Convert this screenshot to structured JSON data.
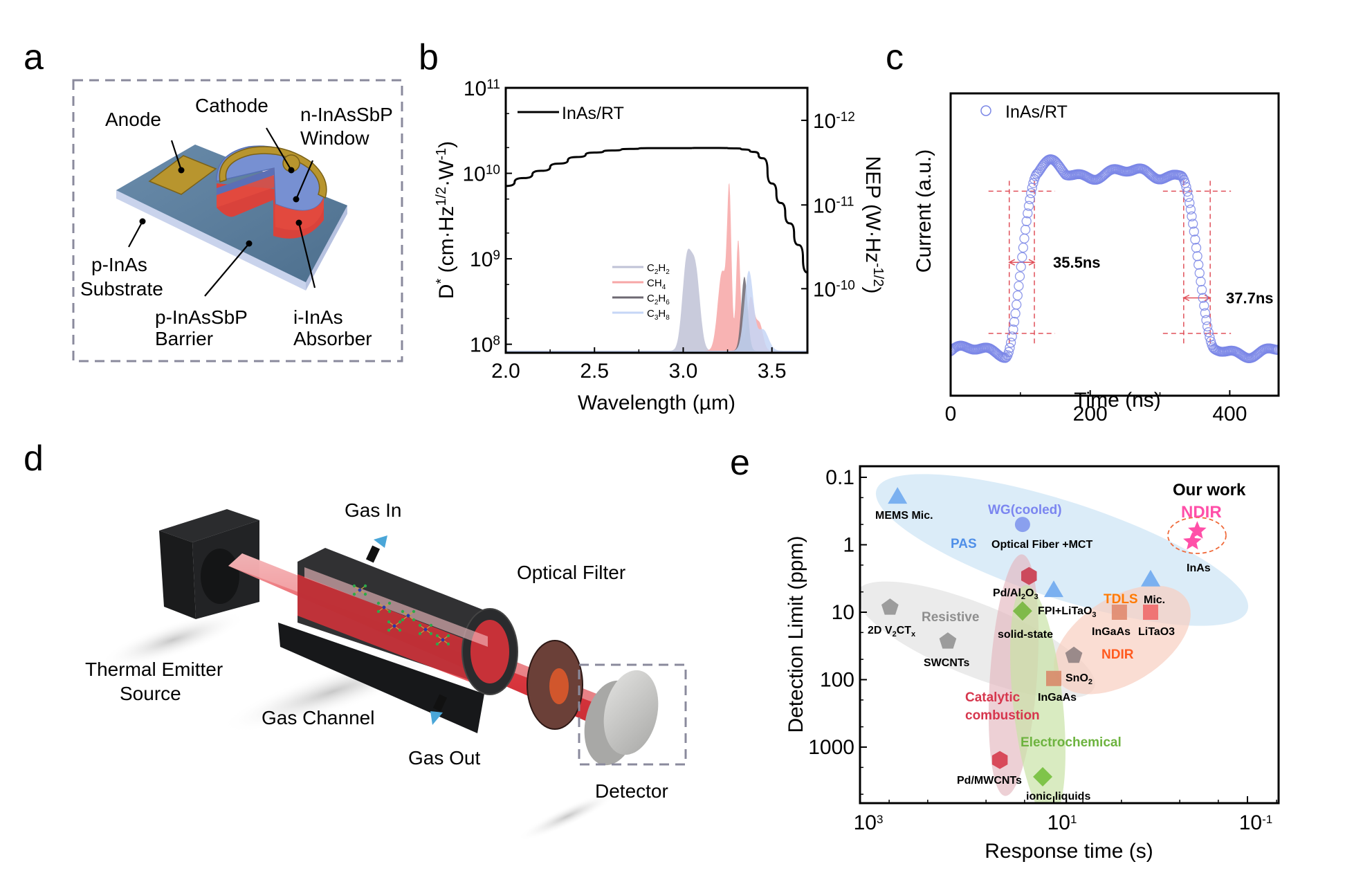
{
  "panels": {
    "a": {
      "label": "a",
      "labels": {
        "anode": "Anode",
        "cathode": "Cathode",
        "window_line1": "n-InAsSbP",
        "window_line2": "Window",
        "substrate_line1": "p-InAs",
        "substrate_line2": "Substrate",
        "barrier_line1": "p-InAsSbP",
        "barrier_line2": "Barrier",
        "absorber_line1": "i-InAs",
        "absorber_line2": "Absorber"
      },
      "colors": {
        "substrate_top": "#5b7f9c",
        "substrate_side": "#c9d3ec",
        "window": "#6f85c8",
        "absorber": "#d9423b",
        "contact": "#b8952e",
        "frame": "#8a8a9c"
      }
    },
    "b": {
      "label": "b"
    },
    "c": {
      "label": "c"
    },
    "d": {
      "label": "d",
      "labels": {
        "gas_in": "Gas In",
        "optical_filter": "Optical Filter",
        "thermal_line1": "Thermal Emitter",
        "thermal_line2": "Source",
        "gas_channel": "Gas Channel",
        "gas_out": "Gas Out",
        "detector": "Detector"
      },
      "colors": {
        "housing": "#1e1f21",
        "beam": "#e3333b",
        "beam_light": "#f3a3a6",
        "filter": "#6b4038",
        "detector": "#c8c8c6",
        "nozzle": "#4aa6d8",
        "frame": "#8a8a9c"
      }
    },
    "e": {
      "label": "e"
    }
  },
  "chart_data": [
    {
      "id": "b",
      "type": "line",
      "title": "",
      "xlabel": "Wavelength (µm)",
      "ylabel_main": "D",
      "ylabel_sup": "*",
      "ylabel_rest": " (cm·Hz",
      "ylabel_sup2": "1/2",
      "ylabel_rest2": "·W",
      "ylabel_sup3": "-1",
      "ylabel_end": ")",
      "y2label_main": "NEP (W·Hz",
      "y2label_sup": "-1/2",
      "y2label_end": ")",
      "xlim": [
        2.0,
        3.7
      ],
      "ylim_log10": [
        7.9,
        11
      ],
      "y2_ticks": [
        {
          "exp": "-12",
          "log10_D_equiv": 10.62
        },
        {
          "exp": "-11",
          "log10_D_equiv": 9.63
        },
        {
          "exp": "-10",
          "log10_D_equiv": 8.65
        }
      ],
      "x_ticks": [
        "2.0",
        "2.5",
        "3.0",
        "3.5"
      ],
      "x_tick_values": [
        2.0,
        2.5,
        3.0,
        3.5
      ],
      "y_ticks": [
        {
          "base": "10",
          "exp": "11",
          "log10": 11
        },
        {
          "base": "10",
          "exp": "10",
          "log10": 10
        },
        {
          "base": "10",
          "exp": "9",
          "log10": 9
        },
        {
          "base": "10",
          "exp": "8",
          "log10": 8
        }
      ],
      "series": [
        {
          "name": "InAs/RT",
          "color": "#000000",
          "x": [
            2.0,
            2.1,
            2.2,
            2.3,
            2.4,
            2.5,
            2.6,
            2.7,
            2.8,
            2.9,
            3.0,
            3.1,
            3.2,
            3.3,
            3.35,
            3.4,
            3.45,
            3.5,
            3.55,
            3.6,
            3.65,
            3.7
          ],
          "y": [
            7100000000.0,
            8800000000.0,
            10700000000.0,
            13000000000.0,
            15500000000.0,
            17500000000.0,
            18500000000.0,
            19300000000.0,
            19700000000.0,
            19700000000.0,
            19700000000.0,
            19800000000.0,
            19800000000.0,
            19600000000.0,
            19000000000.0,
            17800000000.0,
            15000000000.0,
            7600000000.0,
            4500000000.0,
            2600000000.0,
            1450000000.0,
            690000000.0
          ]
        }
      ],
      "gas_spectra": {
        "units": "arbitrary absorbance (0-1, scaled to plot)",
        "series": [
          {
            "name": "C2H2",
            "sub": [
              "C",
              "2",
              "H",
              "2"
            ],
            "color": "#bfc2d6",
            "bands": [
              {
                "center": 3.02,
                "width": 0.025,
                "height": 0.33
              },
              {
                "center": 3.07,
                "width": 0.025,
                "height": 0.29
              }
            ]
          },
          {
            "name": "CH4",
            "sub": [
              "C",
              "",
              "H",
              "4"
            ],
            "color": "#f7a6a6",
            "bands": [
              {
                "center": 3.22,
                "width": 0.025,
                "height": 0.3
              },
              {
                "center": 3.26,
                "width": 0.012,
                "height": 0.55
              },
              {
                "center": 3.31,
                "width": 0.012,
                "height": 0.42
              },
              {
                "center": 3.38,
                "width": 0.02,
                "height": 0.2
              },
              {
                "center": 3.43,
                "width": 0.02,
                "height": 0.1
              }
            ]
          },
          {
            "name": "C2H6",
            "sub": [
              "C",
              "2",
              "H",
              "6"
            ],
            "color": "#6d6872",
            "bands": [
              {
                "center": 3.345,
                "width": 0.018,
                "height": 0.28
              }
            ]
          },
          {
            "name": "C3H8",
            "sub": [
              "C",
              "3",
              "H",
              "8"
            ],
            "color": "#c6d6f6",
            "bands": [
              {
                "center": 3.37,
                "width": 0.025,
                "height": 0.3
              },
              {
                "center": 3.45,
                "width": 0.03,
                "height": 0.08
              }
            ]
          }
        ]
      },
      "legend": {
        "position": "top-left",
        "entries": [
          "InAs/RT"
        ]
      },
      "grid": false
    },
    {
      "id": "c",
      "type": "scatter",
      "title": "",
      "xlabel": "Time (ns)",
      "ylabel": "Current (a.u.)",
      "xlim": [
        0,
        470
      ],
      "ylim": [
        -0.25,
        1.45
      ],
      "x_ticks": [
        "0",
        "200",
        "400"
      ],
      "x_tick_values": [
        0,
        200,
        400
      ],
      "series": [
        {
          "name": "InAs/RT",
          "color": "#7a86e6",
          "marker": "open-circle",
          "baseline": 0.0,
          "plateau": 1.0,
          "rise_start_ns": 78,
          "rise_end_ns": 125,
          "fall_start_ns": 330,
          "fall_end_ns": 378
        }
      ],
      "annotations": [
        {
          "text": "35.5ns",
          "type": "rise-time",
          "t10": 84,
          "t90": 120,
          "color": "#f04e1f"
        },
        {
          "text": "37.7ns",
          "type": "fall-time",
          "t90": 334,
          "t10": 372,
          "color": "#f04e1f"
        }
      ],
      "legend": {
        "position": "top-left",
        "entries": [
          "InAs/RT"
        ]
      },
      "grid": false
    },
    {
      "id": "e",
      "type": "scatter",
      "title": "",
      "xlabel": "Response time (s)",
      "ylabel": "Detection Limit (ppm)",
      "x_scale": "log-reversed",
      "y_scale": "log-reversed",
      "xlim": [
        1000,
        0.073
      ],
      "ylim": [
        0.07,
        4000
      ],
      "x_ticks": [
        {
          "base": "10",
          "exp": "3",
          "value": 1000
        },
        {
          "base": "10",
          "exp": "1",
          "value": 10
        },
        {
          "base": "10",
          "exp": "-1",
          "value": 0.1
        }
      ],
      "y_ticks": [
        {
          "label": "0.1",
          "value": 0.1
        },
        {
          "label": "1",
          "value": 1
        },
        {
          "label": "10",
          "value": 10
        },
        {
          "label": "100",
          "value": 100
        },
        {
          "label": "1000",
          "value": 1000
        }
      ],
      "groups": [
        {
          "name": "PAS",
          "color": "#4f8fe8",
          "fill": "#cfe6f5"
        },
        {
          "name": "Resistive",
          "color": "#8e8e8e",
          "fill": "#e8e8e8"
        },
        {
          "name": "Catalytic combustion",
          "color": "#d6364d",
          "fill": "#e9c5cb"
        },
        {
          "name": "Electrochemical",
          "color": "#6db33f",
          "fill": "#cfe5b0"
        },
        {
          "name": "NDIR",
          "color": "#ff5a1f",
          "fill": "#f8cfc1"
        },
        {
          "name": "TDLS",
          "color": "#ff7a00"
        },
        {
          "name": "WG(cooled)",
          "color": "#7b86f0"
        }
      ],
      "points": [
        {
          "label": "MEMS Mic.",
          "group": "PAS",
          "shape": "triangle",
          "color": "#7ab0f0",
          "x": 410,
          "y": 0.19
        },
        {
          "label": "Optical Fiber +MCT",
          "group": "WG(cooled)",
          "shape": "circle",
          "color": "#8aa0ee",
          "x": 21,
          "y": 0.5
        },
        {
          "label": "Pd/Al2O3",
          "group": "Catalytic combustion",
          "shape": "hexagon",
          "color": "#cc4a5c",
          "x": 18,
          "y": 2.9
        },
        {
          "label": "FPI+LiTaO3",
          "group": "PAS",
          "shape": "triangle",
          "color": "#7ab0f0",
          "x": 10,
          "y": 4.6
        },
        {
          "label": "Mic.",
          "group": "PAS",
          "shape": "triangle",
          "color": "#7ab0f0",
          "x": 1.0,
          "y": 3.2
        },
        {
          "label": "2D V2CTx",
          "group": "Resistive",
          "shape": "pentagon",
          "color": "#9c9c9c",
          "x": 490,
          "y": 8.5
        },
        {
          "label": "SWCNTs",
          "group": "Resistive",
          "shape": "pentagon",
          "color": "#9c9c9c",
          "x": 124,
          "y": 27
        },
        {
          "label": "SnO2",
          "group": "Resistive",
          "shape": "pentagon",
          "color": "#9a8a8a",
          "x": 6.2,
          "y": 44
        },
        {
          "label": "solid-state",
          "group": "Electrochemical",
          "shape": "diamond",
          "color": "#7fba4a",
          "x": 21,
          "y": 9.6
        },
        {
          "label": "ionic liquids",
          "group": "Electrochemical",
          "shape": "diamond",
          "color": "#7fc44a",
          "x": 13,
          "y": 2750
        },
        {
          "label": "Pd/MWCNTs",
          "group": "Catalytic combustion",
          "shape": "hexagon",
          "color": "#d84a5a",
          "x": 36,
          "y": 1550
        },
        {
          "label": "InGaAs",
          "group": "TDLS",
          "shape": "square",
          "color": "#e08a6e",
          "x": 2.1,
          "y": 10
        },
        {
          "label": "LiTaO3",
          "group": "NDIR",
          "shape": "square",
          "color": "#ee6a6a",
          "x": 1.0,
          "y": 10
        },
        {
          "label": "InGaAs",
          "group": "NDIR",
          "shape": "square",
          "color": "#d88a6a",
          "x": 10,
          "y": 96
        },
        {
          "label": "InAs",
          "group": "Our work NDIR",
          "shape": "star",
          "color": "#ff4fa8",
          "x": 0.33,
          "y": 0.62
        },
        {
          "label": "InAs",
          "group": "Our work NDIR",
          "shape": "star",
          "color": "#ff4fa8",
          "x": 0.37,
          "y": 0.9
        }
      ],
      "annotations": {
        "our_work": "Our work",
        "our_work_ndir": "NDIR",
        "inas": "InAs",
        "pas": "PAS",
        "wg": "WG(cooled)",
        "resistive": "Resistive",
        "tdls": "TDLS",
        "ndir": "NDIR",
        "catalytic1": "Catalytic",
        "catalytic2": "combustion",
        "electrochemical": "Electrochemical",
        "our_work_ndir_color": "#ff4fa8"
      },
      "legend": {
        "position": "none"
      },
      "grid": false
    }
  ]
}
